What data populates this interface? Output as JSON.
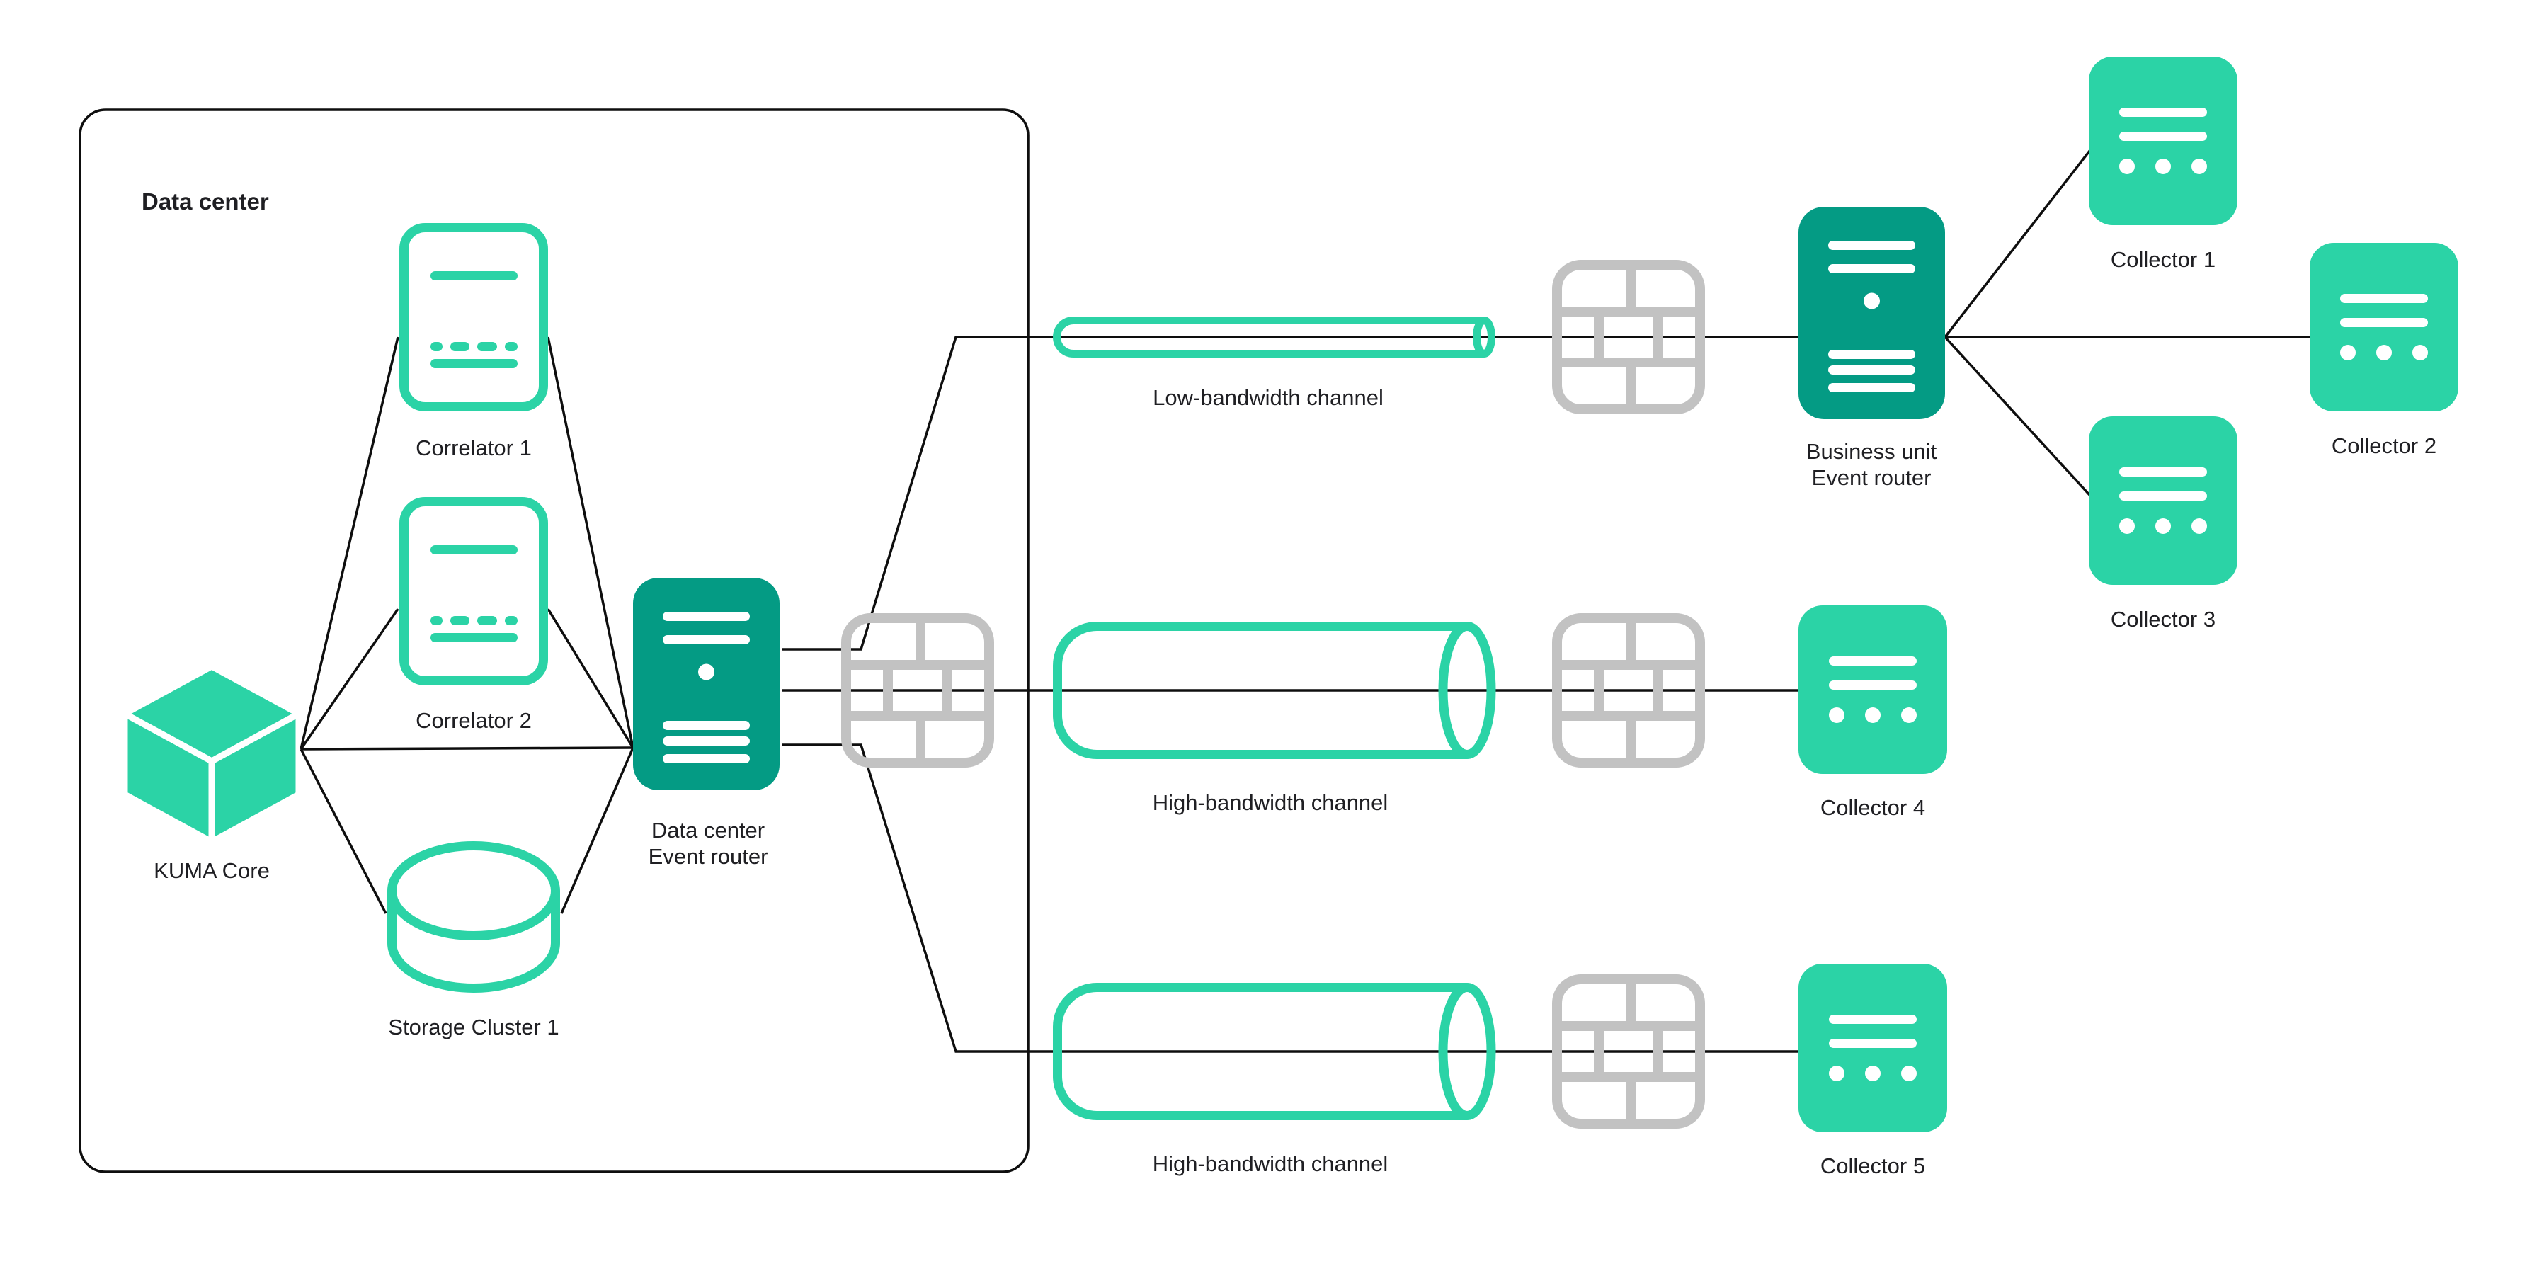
{
  "colors": {
    "teal": "#2bd3a6",
    "dark_teal": "#049b84",
    "gray": "#c2c2c2",
    "line": "#0e0e0e",
    "text": "#1f1f23"
  },
  "data_center_label": "Data center",
  "nodes": {
    "correlator1": {
      "label": "Correlator 1"
    },
    "correlator2": {
      "label": "Correlator 2"
    },
    "kuma_core": {
      "label": "KUMA Core"
    },
    "storage_cluster1": {
      "label": "Storage Cluster 1"
    },
    "dc_event_router": {
      "label1": "Data center",
      "label2": "Event router"
    },
    "low_bandwidth_channel": {
      "label": "Low-bandwidth channel"
    },
    "high_bandwidth_channel_1": {
      "label": "High-bandwidth channel"
    },
    "high_bandwidth_channel_2": {
      "label": "High-bandwidth channel"
    },
    "bu_event_router": {
      "label1": "Business unit",
      "label2": "Event router"
    },
    "collector1": {
      "label": "Collector 1"
    },
    "collector2": {
      "label": "Collector 2"
    },
    "collector3": {
      "label": "Collector 3"
    },
    "collector4": {
      "label": "Collector 4"
    },
    "collector5": {
      "label": "Collector 5"
    }
  },
  "icon_legend": {
    "cube-icon": "KUMA Core",
    "document-outline-icon": "Correlator",
    "database-cylinder-icon": "Storage cluster",
    "server-icon": "Event router",
    "firewall-brick-icon": "Firewall",
    "thin-pipe-icon": "Low-bandwidth channel",
    "wide-pipe-icon": "High-bandwidth channel",
    "collector-card-icon": "Collector"
  },
  "edges": [
    {
      "from": "kuma_core",
      "to": "correlator1"
    },
    {
      "from": "kuma_core",
      "to": "correlator2"
    },
    {
      "from": "kuma_core",
      "to": "dc_event_router"
    },
    {
      "from": "kuma_core",
      "to": "storage_cluster1"
    },
    {
      "from": "correlator1",
      "to": "dc_event_router"
    },
    {
      "from": "correlator2",
      "to": "dc_event_router"
    },
    {
      "from": "storage_cluster1",
      "to": "dc_event_router"
    },
    {
      "from": "dc_event_router",
      "to": "bu_event_router",
      "via": "low_bandwidth_channel, firewalls"
    },
    {
      "from": "dc_event_router",
      "to": "collector4",
      "via": "high_bandwidth_channel_1, firewalls"
    },
    {
      "from": "dc_event_router",
      "to": "collector5",
      "via": "high_bandwidth_channel_2, firewalls"
    },
    {
      "from": "bu_event_router",
      "to": "collector1"
    },
    {
      "from": "bu_event_router",
      "to": "collector2"
    },
    {
      "from": "bu_event_router",
      "to": "collector3"
    }
  ]
}
